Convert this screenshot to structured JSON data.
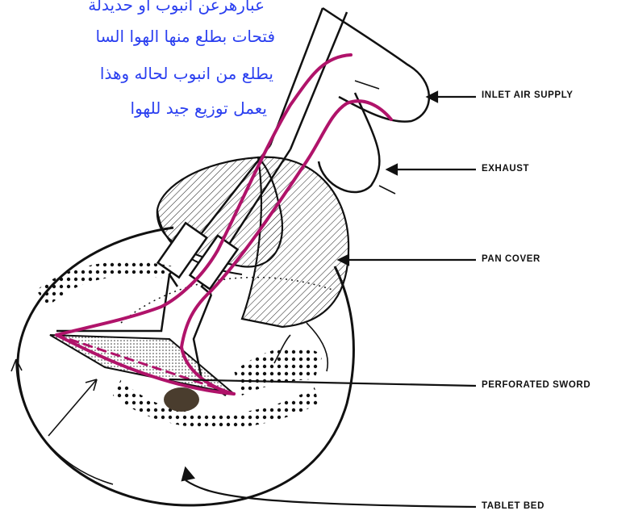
{
  "annotation": {
    "lines": [
      "عبارهرعن انبوب او حديدلة",
      "فتحات بطلع منها الهوا السا",
      "يطلع من انبوب لحاله وهذا",
      "يعمل توزيع جيد للهوا"
    ],
    "color": "#2a3ff0"
  },
  "labels": {
    "inlet": "INLET AIR SUPPLY",
    "exhaust": "EXHAUST",
    "pan_cover": "PAN COVER",
    "sword": "PERFORATED SWORD",
    "tablet_bed": "TABLET BED"
  },
  "colors": {
    "line_art": "#111111",
    "highlight": "#b0136a",
    "annotation_text": "#2a3ff0"
  }
}
